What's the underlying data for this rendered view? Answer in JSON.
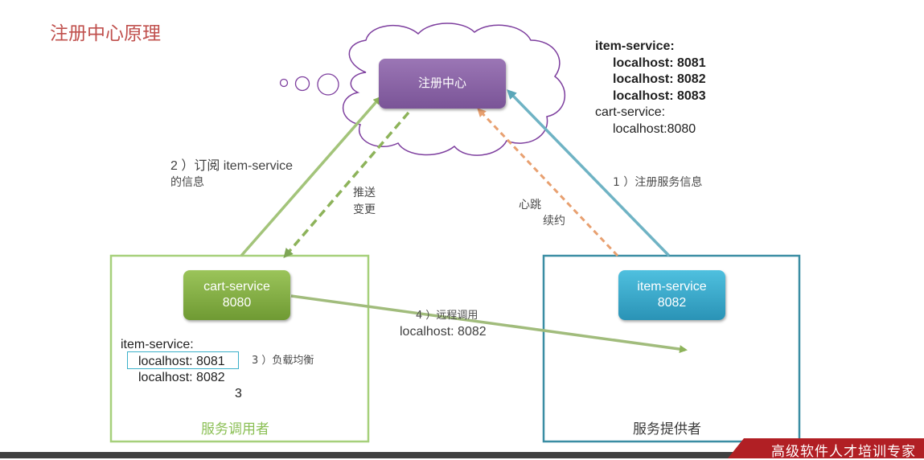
{
  "title": "注册中心原理",
  "registry": {
    "label": "注册中心",
    "list_service1": "item-service:",
    "list_service1_hosts": [
      "localhost: 8081",
      "localhost: 8082",
      "localhost: 8083"
    ],
    "list_service2": "cart-service:",
    "list_service2_hosts": [
      "localhost:8080"
    ]
  },
  "consumer": {
    "node_name": "cart-service",
    "node_port": "8080",
    "local_service": "item-service:",
    "local_hosts": [
      "localhost: 8081",
      "localhost: 8082"
    ],
    "extra_digit": "3",
    "box_label": "服务调用者"
  },
  "provider": {
    "node_name": "item-service",
    "node_port": "8082",
    "box_label": "服务提供者"
  },
  "edges": {
    "subscribe_line1": "2 ）订阅 item-service",
    "subscribe_line2": "的信息",
    "push_line1": "推送",
    "push_line2": "变更",
    "heartbeat_line1": "心跳",
    "heartbeat_line2": "续约",
    "register": "1 ）注册服务信息",
    "remote_call_line1": "4 ）远程调用",
    "remote_call_line2": "localhost: 8082",
    "load_balance": "3 ）负载均衡"
  },
  "footer": {
    "slogan": "高级软件人才培训专家"
  },
  "colors": {
    "title": "#c0504d",
    "registry_node": "#8a63a8",
    "consumer_node": "#7dab3e",
    "provider_node": "#31a5c9",
    "consumer_box": "#a6d07b",
    "provider_box": "#3a8da3",
    "cloud_outline": "#7d3e9e",
    "heartbeat_arrow": "#e8a070",
    "footer_badge": "#b11f24"
  }
}
